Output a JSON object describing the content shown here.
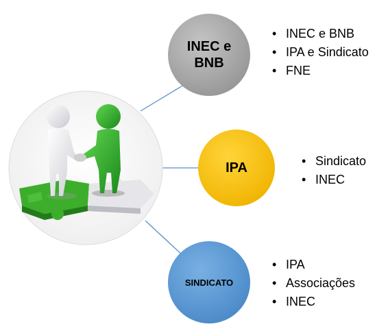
{
  "center_image": {
    "icon": "handshake-puzzle-icon"
  },
  "nodes": [
    {
      "label": "INEC e BNB",
      "color": "#a6a6a6",
      "items": [
        "INEC e BNB",
        "IPA e Sindicato",
        "FNE"
      ]
    },
    {
      "label": "IPA",
      "color": "#ffc000",
      "items": [
        "Sindicato",
        "INEC"
      ]
    },
    {
      "label": "SINDICATO",
      "color": "#5b9bd5",
      "items": [
        "IPA",
        "Associações",
        "INEC"
      ]
    }
  ],
  "colors": {
    "connector": "#5b8fc7",
    "figure_white": "#e4e4ea",
    "figure_green": "#2fa82f"
  }
}
